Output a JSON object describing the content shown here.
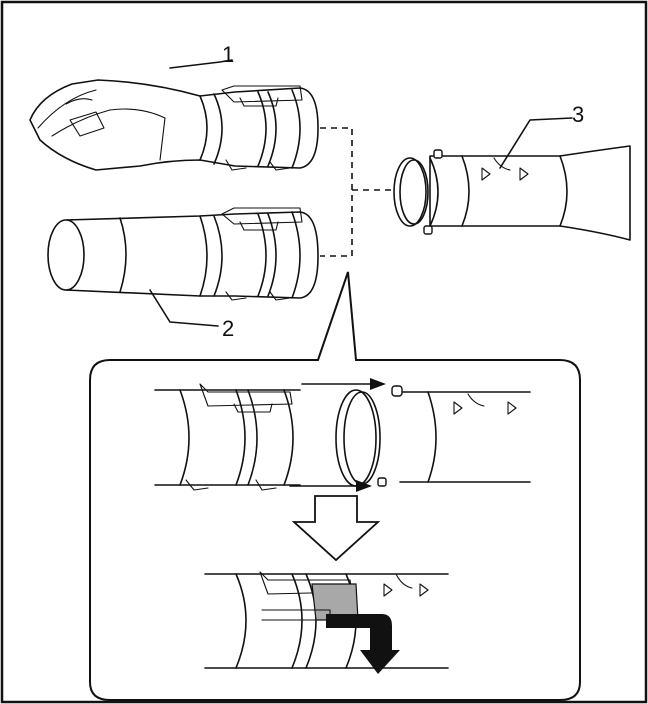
{
  "labels": {
    "part_1": "1",
    "part_2": "2",
    "part_3": "3"
  },
  "colors": {
    "line": "#111111",
    "background": "#ffffff",
    "highlight": "#a8a8a8",
    "turn_arrow": "#111111"
  }
}
